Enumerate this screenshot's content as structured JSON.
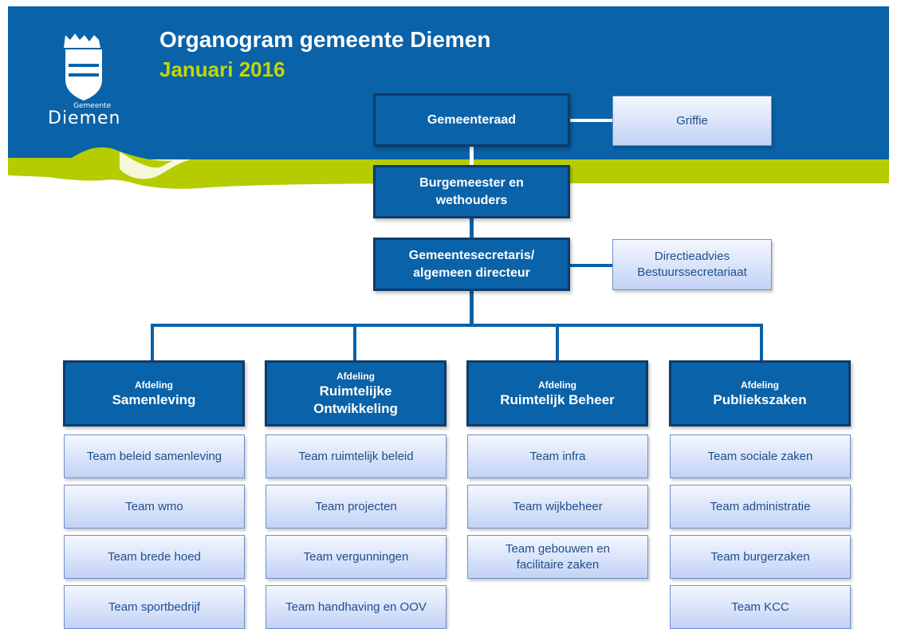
{
  "header": {
    "title": "Organogram gemeente Diemen",
    "subtitle": "Januari 2016",
    "logo_small": "Gemeente",
    "logo_big": "Diemen"
  },
  "colors": {
    "banner_blue": "#0a62a8",
    "accent_green": "#b5cd00",
    "dark_box": "#0a62a8",
    "dark_border": "#0d3c6b",
    "light_text": "#1e4f8c"
  },
  "top": {
    "council": "Gemeenteraad",
    "registry": "Griffie",
    "executive": "Burgemeester en wethouders",
    "secretary": "Gemeentesecretaris/ algemeen directeur",
    "advisory_line1": "Directieadvies",
    "advisory_line2": "Bestuurssecretariaat"
  },
  "departments": [
    {
      "prefix": "Afdeling",
      "name": "Samenleving",
      "teams": [
        "Team beleid samenleving",
        "Team wmo",
        "Team brede hoed",
        "Team sportbedrijf"
      ]
    },
    {
      "prefix": "Afdeling",
      "name": "Ruimtelijke Ontwikkeling",
      "teams": [
        "Team ruimtelijk beleid",
        "Team projecten",
        "Team vergunningen",
        "Team handhaving en OOV"
      ]
    },
    {
      "prefix": "Afdeling",
      "name": "Ruimtelijk Beheer",
      "teams": [
        "Team infra",
        "Team wijkbeheer",
        "Team gebouwen en facilitaire zaken"
      ]
    },
    {
      "prefix": "Afdeling",
      "name": "Publiekszaken",
      "teams": [
        "Team sociale zaken",
        "Team administratie",
        "Team burgerzaken",
        "Team KCC"
      ]
    }
  ]
}
